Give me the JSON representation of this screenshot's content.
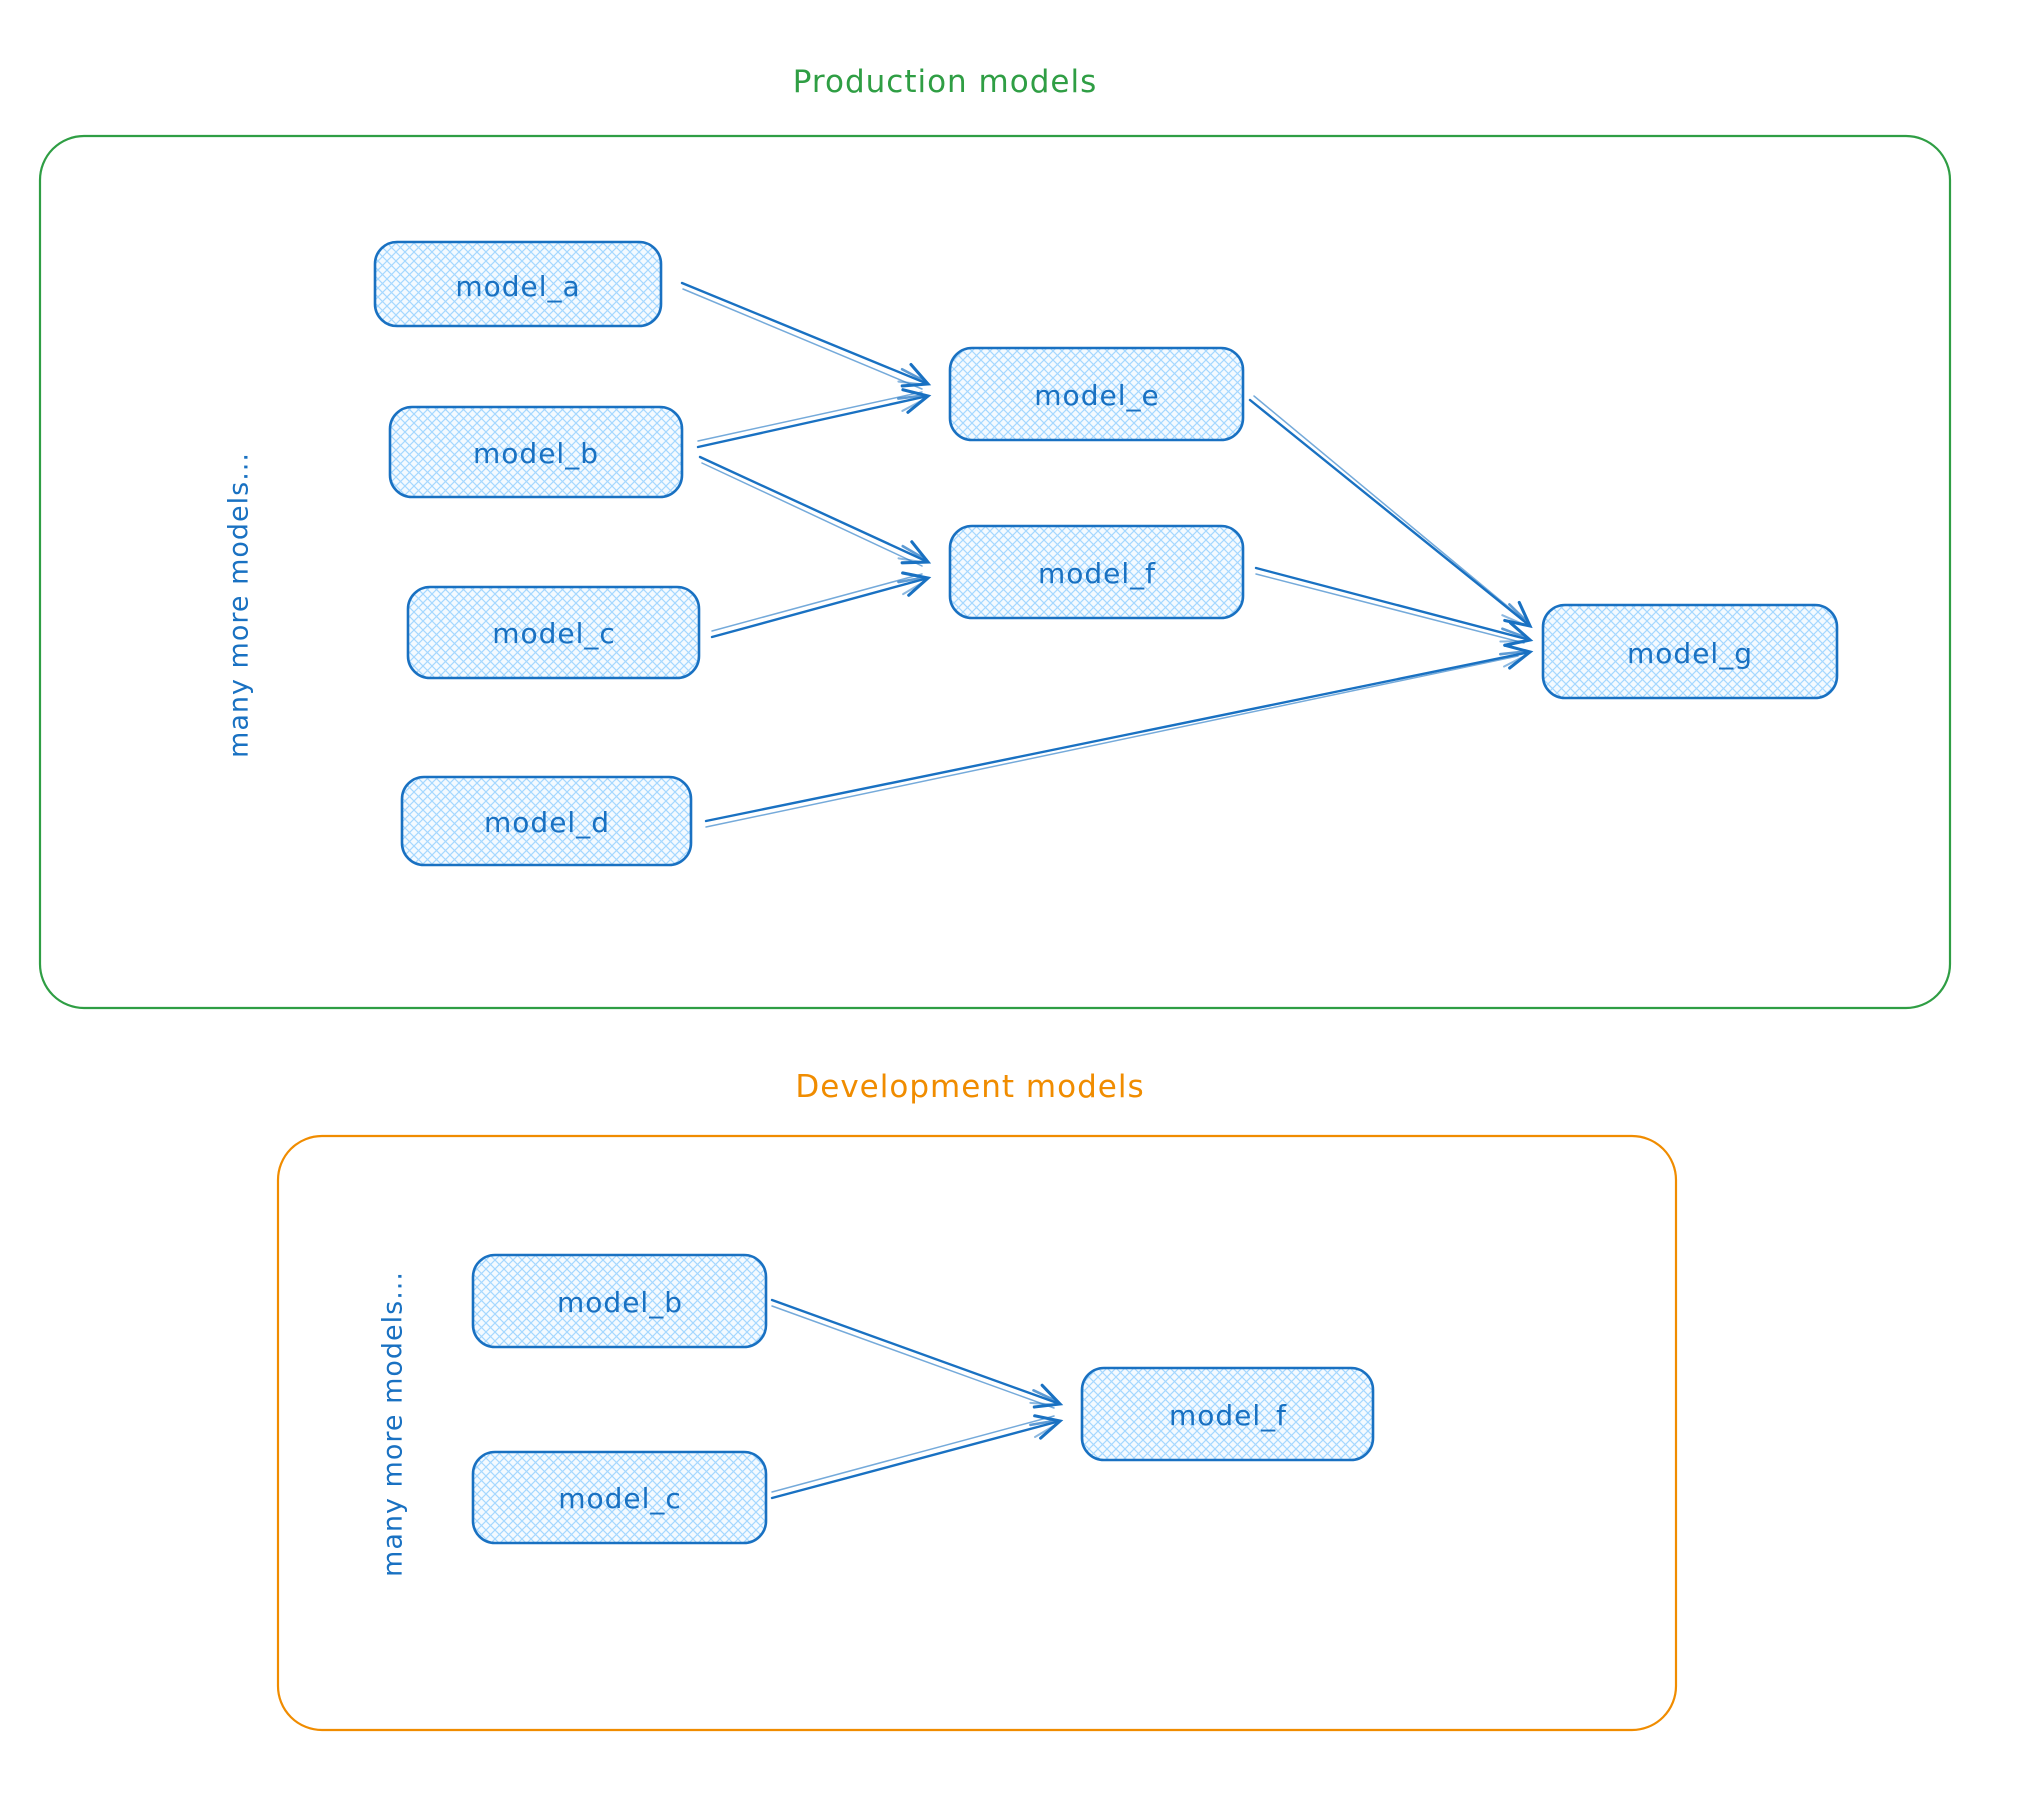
{
  "diagram": {
    "production": {
      "title": "Production models",
      "side_label": "many more models...",
      "nodes": [
        {
          "id": "model_a",
          "label": "model_a"
        },
        {
          "id": "model_b",
          "label": "model_b"
        },
        {
          "id": "model_c",
          "label": "model_c"
        },
        {
          "id": "model_d",
          "label": "model_d"
        },
        {
          "id": "model_e",
          "label": "model_e"
        },
        {
          "id": "model_f",
          "label": "model_f"
        },
        {
          "id": "model_g",
          "label": "model_g"
        }
      ],
      "edges": [
        {
          "from": "model_a",
          "to": "model_e"
        },
        {
          "from": "model_b",
          "to": "model_e"
        },
        {
          "from": "model_b",
          "to": "model_f"
        },
        {
          "from": "model_c",
          "to": "model_f"
        },
        {
          "from": "model_e",
          "to": "model_g"
        },
        {
          "from": "model_f",
          "to": "model_g"
        },
        {
          "from": "model_d",
          "to": "model_g"
        }
      ]
    },
    "development": {
      "title": "Development models",
      "side_label": "many more models...",
      "nodes": [
        {
          "id": "model_b",
          "label": "model_b"
        },
        {
          "id": "model_c",
          "label": "model_c"
        },
        {
          "id": "model_f",
          "label": "model_f"
        }
      ],
      "edges": [
        {
          "from": "model_b",
          "to": "model_f"
        },
        {
          "from": "model_c",
          "to": "model_f"
        }
      ]
    },
    "colors": {
      "node_stroke": "#1971c2",
      "node_hatch_fill": "#a5d8ff",
      "production_border": "#2f9e44",
      "development_border": "#f08c00"
    }
  }
}
